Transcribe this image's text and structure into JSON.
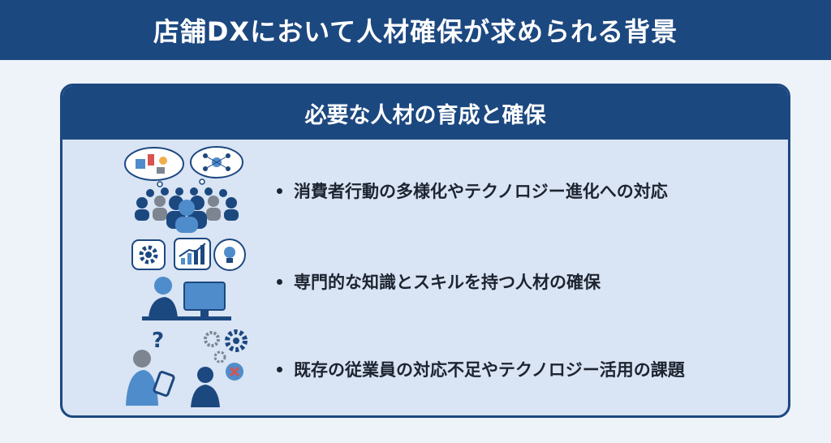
{
  "header": {
    "title": "店舗DXにおいて人材確保が求められる背景"
  },
  "card": {
    "title": "必要な人材の育成と確保",
    "items": [
      {
        "text": "消費者行動の多様化やテクノロジー進化への対応",
        "icon": "consumer-crowd-icon"
      },
      {
        "text": "専門的な知識とスキルを持つ人材の確保",
        "icon": "specialist-workstation-icon"
      },
      {
        "text": "既存の従業員の対応不足やテクノロジー活用の課題",
        "icon": "staff-challenge-icon"
      }
    ]
  },
  "colors": {
    "navy": "#1c4880",
    "panel": "#d9e4f4",
    "blue": "#4f8ccb",
    "gray": "#7d8590",
    "red": "#d9534f"
  }
}
